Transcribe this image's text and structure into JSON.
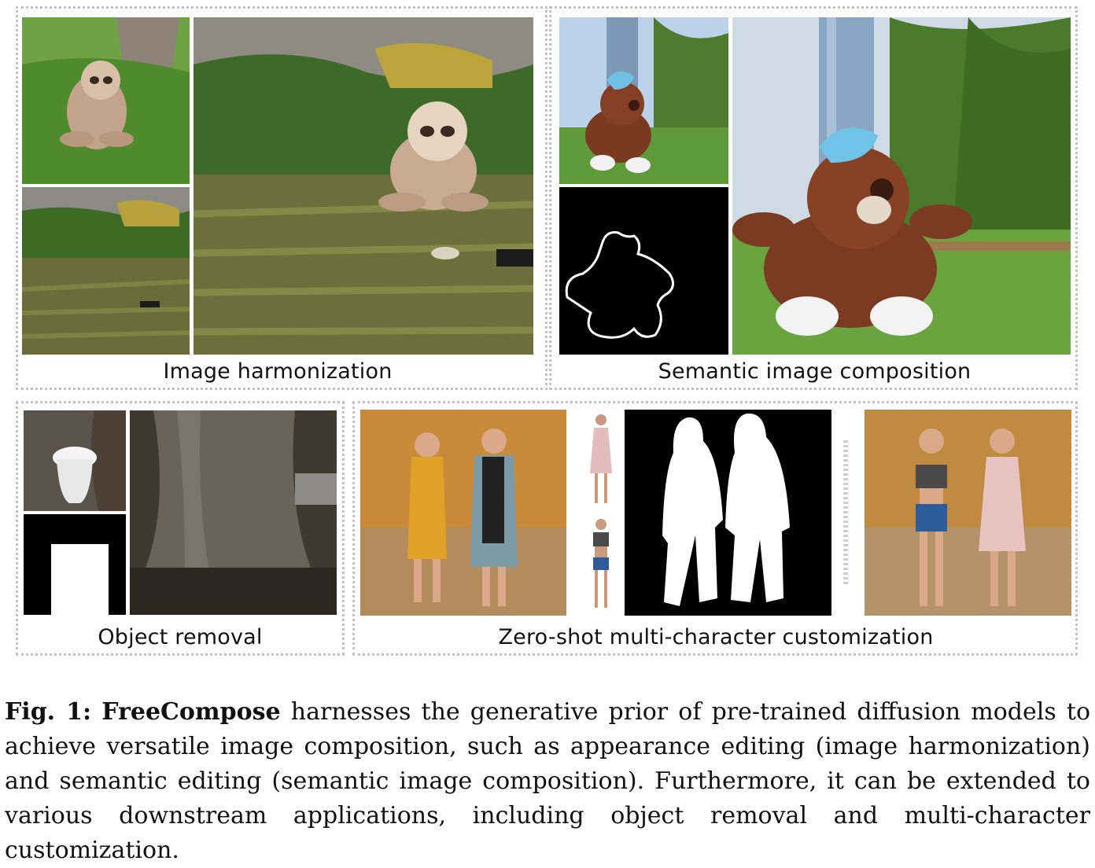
{
  "panels": {
    "harmonization": {
      "caption": "Image harmonization"
    },
    "semantic": {
      "caption": "Semantic image composition"
    },
    "removal": {
      "caption": "Object removal"
    },
    "multichar": {
      "caption": "Zero-shot multi-character customization"
    }
  },
  "figure_caption": {
    "label": "Fig. 1:",
    "method": "FreeCompose",
    "text": " harnesses the generative prior of pre-trained diffusion models to achieve versatile image composition, such as appearance editing (image harmonization) and semantic editing (semantic image composition). Furthermore, it can be extended to various downstream applications, including object removal and multi-character customization."
  },
  "colors": {
    "panel_border": "#c4c4c4",
    "grass": "#5f8a3a",
    "bear": "#7a3a22",
    "sky": "#b9d4ea",
    "autumn": "#c98a3a"
  }
}
